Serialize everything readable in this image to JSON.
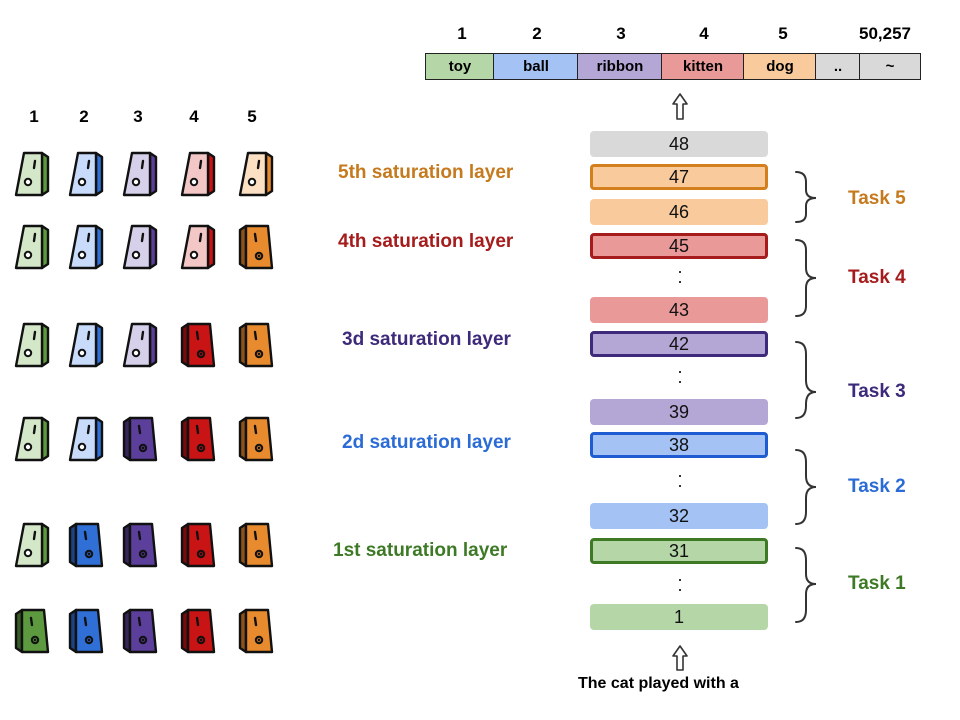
{
  "vocab": {
    "cells": [
      {
        "index": "1",
        "token": "toy",
        "color": "#b5d7a8"
      },
      {
        "index": "2",
        "token": "ball",
        "color": "#a4c2f4"
      },
      {
        "index": "3",
        "token": "ribbon",
        "color": "#b4a7d6"
      },
      {
        "index": "4",
        "token": "kitten",
        "color": "#ea9999"
      },
      {
        "index": "5",
        "token": "dog",
        "color": "#f9cb9c"
      },
      {
        "index": "",
        "token": "..",
        "color": "#d9d9d9"
      },
      {
        "index": "50,257",
        "token": "~",
        "color": "#d9d9d9"
      }
    ]
  },
  "layers": [
    {
      "label": "48",
      "color": "#d9d9d9",
      "saturation": false
    },
    {
      "label": "47",
      "color": "#f9cb9c",
      "border": "#d47f1e",
      "saturation": true
    },
    {
      "label": "46",
      "color": "#f9cb9c",
      "saturation": false
    },
    {
      "label": "45",
      "color": "#ea9999",
      "border": "#a61c1c",
      "saturation": true
    },
    {
      "label": "43",
      "color": "#ea9999",
      "saturation": false
    },
    {
      "label": "42",
      "color": "#b4a7d6",
      "border": "#3d2a7a",
      "saturation": true
    },
    {
      "label": "39",
      "color": "#b4a7d6",
      "saturation": false
    },
    {
      "label": "38",
      "color": "#a4c2f4",
      "border": "#1f5bd1",
      "saturation": true
    },
    {
      "label": "32",
      "color": "#a4c2f4",
      "saturation": false
    },
    {
      "label": "31",
      "color": "#b5d7a8",
      "border": "#3e7a26",
      "saturation": true
    },
    {
      "label": "1",
      "color": "#b5d7a8",
      "saturation": false
    }
  ],
  "dots": ".",
  "saturation_labels": [
    {
      "text": "5th saturation layer",
      "color": "#c57a1e"
    },
    {
      "text": "4th saturation layer",
      "color": "#a61c1c"
    },
    {
      "text": "3d saturation layer",
      "color": "#3d2a7a"
    },
    {
      "text": "2d saturation layer",
      "color": "#2b6bd6"
    },
    {
      "text": "1st saturation layer",
      "color": "#3e7a26"
    }
  ],
  "tasks": [
    {
      "text": "Task 5",
      "color": "#c57a1e"
    },
    {
      "text": "Task 4",
      "color": "#a61c1c"
    },
    {
      "text": "Task 3",
      "color": "#3d2a7a"
    },
    {
      "text": "Task 2",
      "color": "#2b6bd6"
    },
    {
      "text": "Task 1",
      "color": "#3e7a26"
    }
  ],
  "input_sentence": "The cat played with a",
  "switch_columns": [
    "1",
    "2",
    "3",
    "4",
    "5"
  ],
  "switch_grid": {
    "light_colors": [
      "#d4e7c9",
      "#c8dbfa",
      "#d6d0ea",
      "#f4c7c7",
      "#fbe0c4"
    ],
    "dark_colors": [
      "#5d9a3f",
      "#2f6fd6",
      "#5b3f9a",
      "#c81414",
      "#e88a2e"
    ],
    "rows": [
      [
        "light",
        "light",
        "light",
        "light",
        "light"
      ],
      [
        "light",
        "light",
        "light",
        "light",
        "dark"
      ],
      [
        "light",
        "light",
        "light",
        "dark",
        "dark"
      ],
      [
        "light",
        "light",
        "dark",
        "dark",
        "dark"
      ],
      [
        "light",
        "dark",
        "dark",
        "dark",
        "dark"
      ],
      [
        "dark",
        "dark",
        "dark",
        "dark",
        "dark"
      ]
    ]
  }
}
